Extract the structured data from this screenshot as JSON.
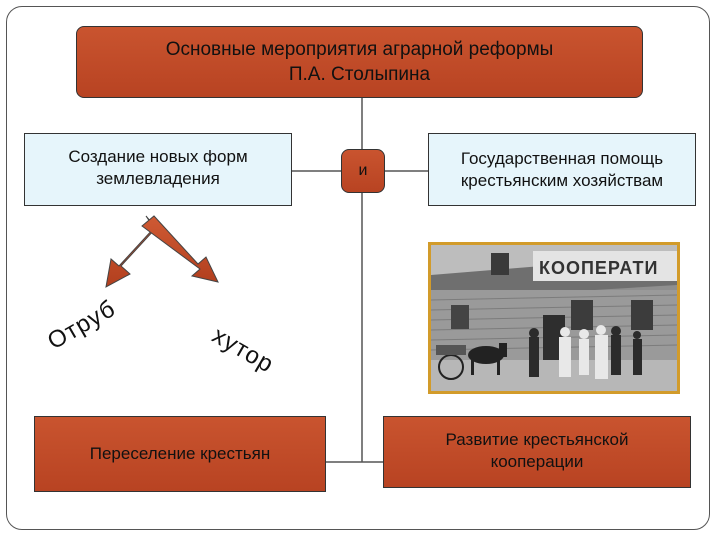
{
  "title": {
    "line1": "Основные мероприятия аграрной реформы",
    "line2": "П.А. Столыпина"
  },
  "left_top": {
    "line1": "Создание новых форм",
    "line2": "землевладения"
  },
  "connector": "и",
  "right_top": {
    "line1": "Государственная помощь",
    "line2": "крестьянским хозяйствам"
  },
  "labels": {
    "otrub": "Отруб",
    "khutor": "хутор"
  },
  "left_bottom": "Переселение крестьян",
  "right_bottom": {
    "line1": "Развитие крестьянской",
    "line2": "кооперации"
  },
  "photo": {
    "sign": "КООПЕРАТИ"
  },
  "colors": {
    "red_box": "#c24a27",
    "blue_box": "#e6f5fb",
    "photo_border": "#d29b2a"
  }
}
